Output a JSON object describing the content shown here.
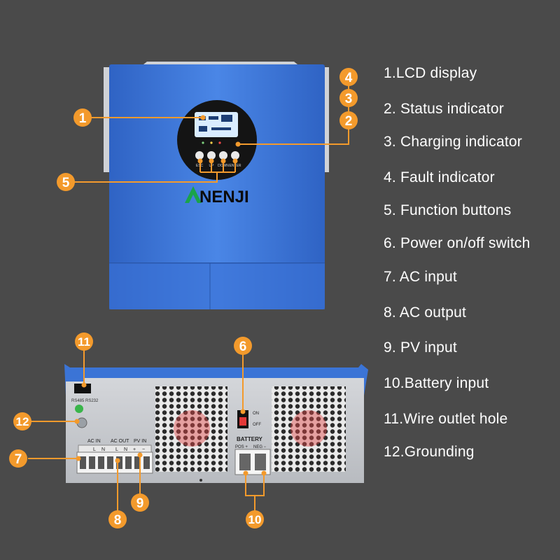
{
  "brand": {
    "name": "ANENJI",
    "first_letter": "A",
    "rest": "NENJI"
  },
  "legend": [
    {
      "num": "1",
      "label": "1.LCD display"
    },
    {
      "num": "2",
      "label": "2. Status indicator"
    },
    {
      "num": "3",
      "label": "3. Charging indicator"
    },
    {
      "num": "4",
      "label": "4. Fault indicator"
    },
    {
      "num": "5",
      "label": "5. Function buttons"
    },
    {
      "num": "6",
      "label": "6. Power on/off switch"
    },
    {
      "num": "7",
      "label": "7. AC input"
    },
    {
      "num": "8",
      "label": "8. AC output"
    },
    {
      "num": "9",
      "label": "9. PV input"
    },
    {
      "num": "10",
      "label": "10.Battery input"
    },
    {
      "num": "11",
      "label": "11.Wire outlet hole"
    },
    {
      "num": "12",
      "label": "12.Grounding"
    }
  ],
  "callouts": [
    "1",
    "2",
    "3",
    "4",
    "5",
    "6",
    "7",
    "8",
    "9",
    "10",
    "11",
    "12"
  ],
  "rear_panel": {
    "port_label": "RS485 RS232",
    "switch_on": "ON",
    "switch_off": "OFF",
    "ac_in": "AC IN",
    "ac_out": "AC OUT",
    "pv_in": "PV IN",
    "term_l": "L",
    "term_n": "N",
    "term_plus": "+",
    "term_minus": "−",
    "battery": "BATTERY",
    "pos": "POS +",
    "neg": "NEG −"
  },
  "lcd_buttons": [
    "ESC",
    "UP",
    "DOWN",
    "ENTER"
  ],
  "colors": {
    "background": "#4a4a4a",
    "housing_blue": "#3b74d6",
    "callout_orange": "#f39a2c",
    "panel_grey": "#c7cacf",
    "text": "#ffffff"
  }
}
